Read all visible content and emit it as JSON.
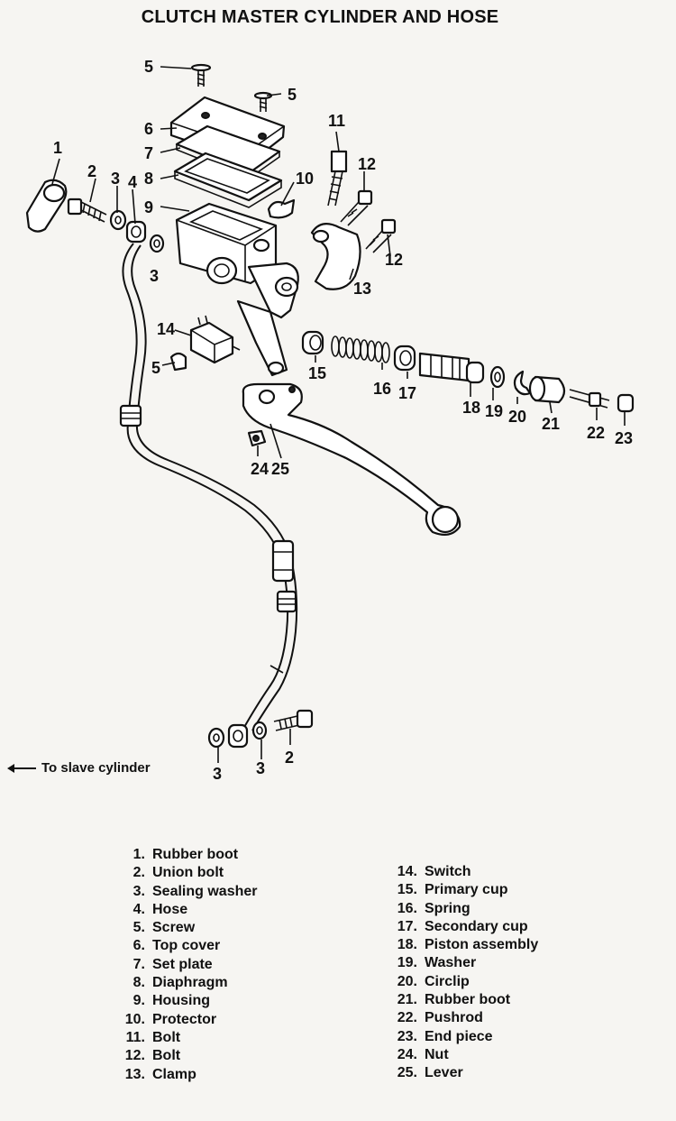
{
  "title": "CLUTCH MASTER CYLINDER AND HOSE",
  "slave_note": "To slave cylinder",
  "callouts": [
    "1",
    "2",
    "3",
    "4",
    "3",
    "5",
    "5",
    "6",
    "7",
    "8",
    "9",
    "10",
    "11",
    "12",
    "12",
    "13",
    "14",
    "5",
    "15",
    "16",
    "17",
    "18",
    "19",
    "20",
    "21",
    "22",
    "23",
    "24",
    "25",
    "3",
    "3",
    "2"
  ],
  "legend_left": [
    {
      "num": "1.",
      "label": "Rubber boot"
    },
    {
      "num": "2.",
      "label": "Union bolt"
    },
    {
      "num": "3.",
      "label": "Sealing washer"
    },
    {
      "num": "4.",
      "label": "Hose"
    },
    {
      "num": "5.",
      "label": "Screw"
    },
    {
      "num": "6.",
      "label": "Top cover"
    },
    {
      "num": "7.",
      "label": "Set plate"
    },
    {
      "num": "8.",
      "label": "Diaphragm"
    },
    {
      "num": "9.",
      "label": "Housing"
    },
    {
      "num": "10.",
      "label": "Protector"
    },
    {
      "num": "11.",
      "label": "Bolt"
    },
    {
      "num": "12.",
      "label": "Bolt"
    },
    {
      "num": "13.",
      "label": "Clamp"
    }
  ],
  "legend_right": [
    {
      "num": "14.",
      "label": "Switch"
    },
    {
      "num": "15.",
      "label": "Primary cup"
    },
    {
      "num": "16.",
      "label": "Spring"
    },
    {
      "num": "17.",
      "label": "Secondary cup"
    },
    {
      "num": "18.",
      "label": "Piston assembly"
    },
    {
      "num": "19.",
      "label": "Washer"
    },
    {
      "num": "20.",
      "label": "Circlip"
    },
    {
      "num": "21.",
      "label": "Rubber boot"
    },
    {
      "num": "22.",
      "label": "Pushrod"
    },
    {
      "num": "23.",
      "label": "End piece"
    },
    {
      "num": "24.",
      "label": "Nut"
    },
    {
      "num": "25.",
      "label": "Lever"
    }
  ]
}
